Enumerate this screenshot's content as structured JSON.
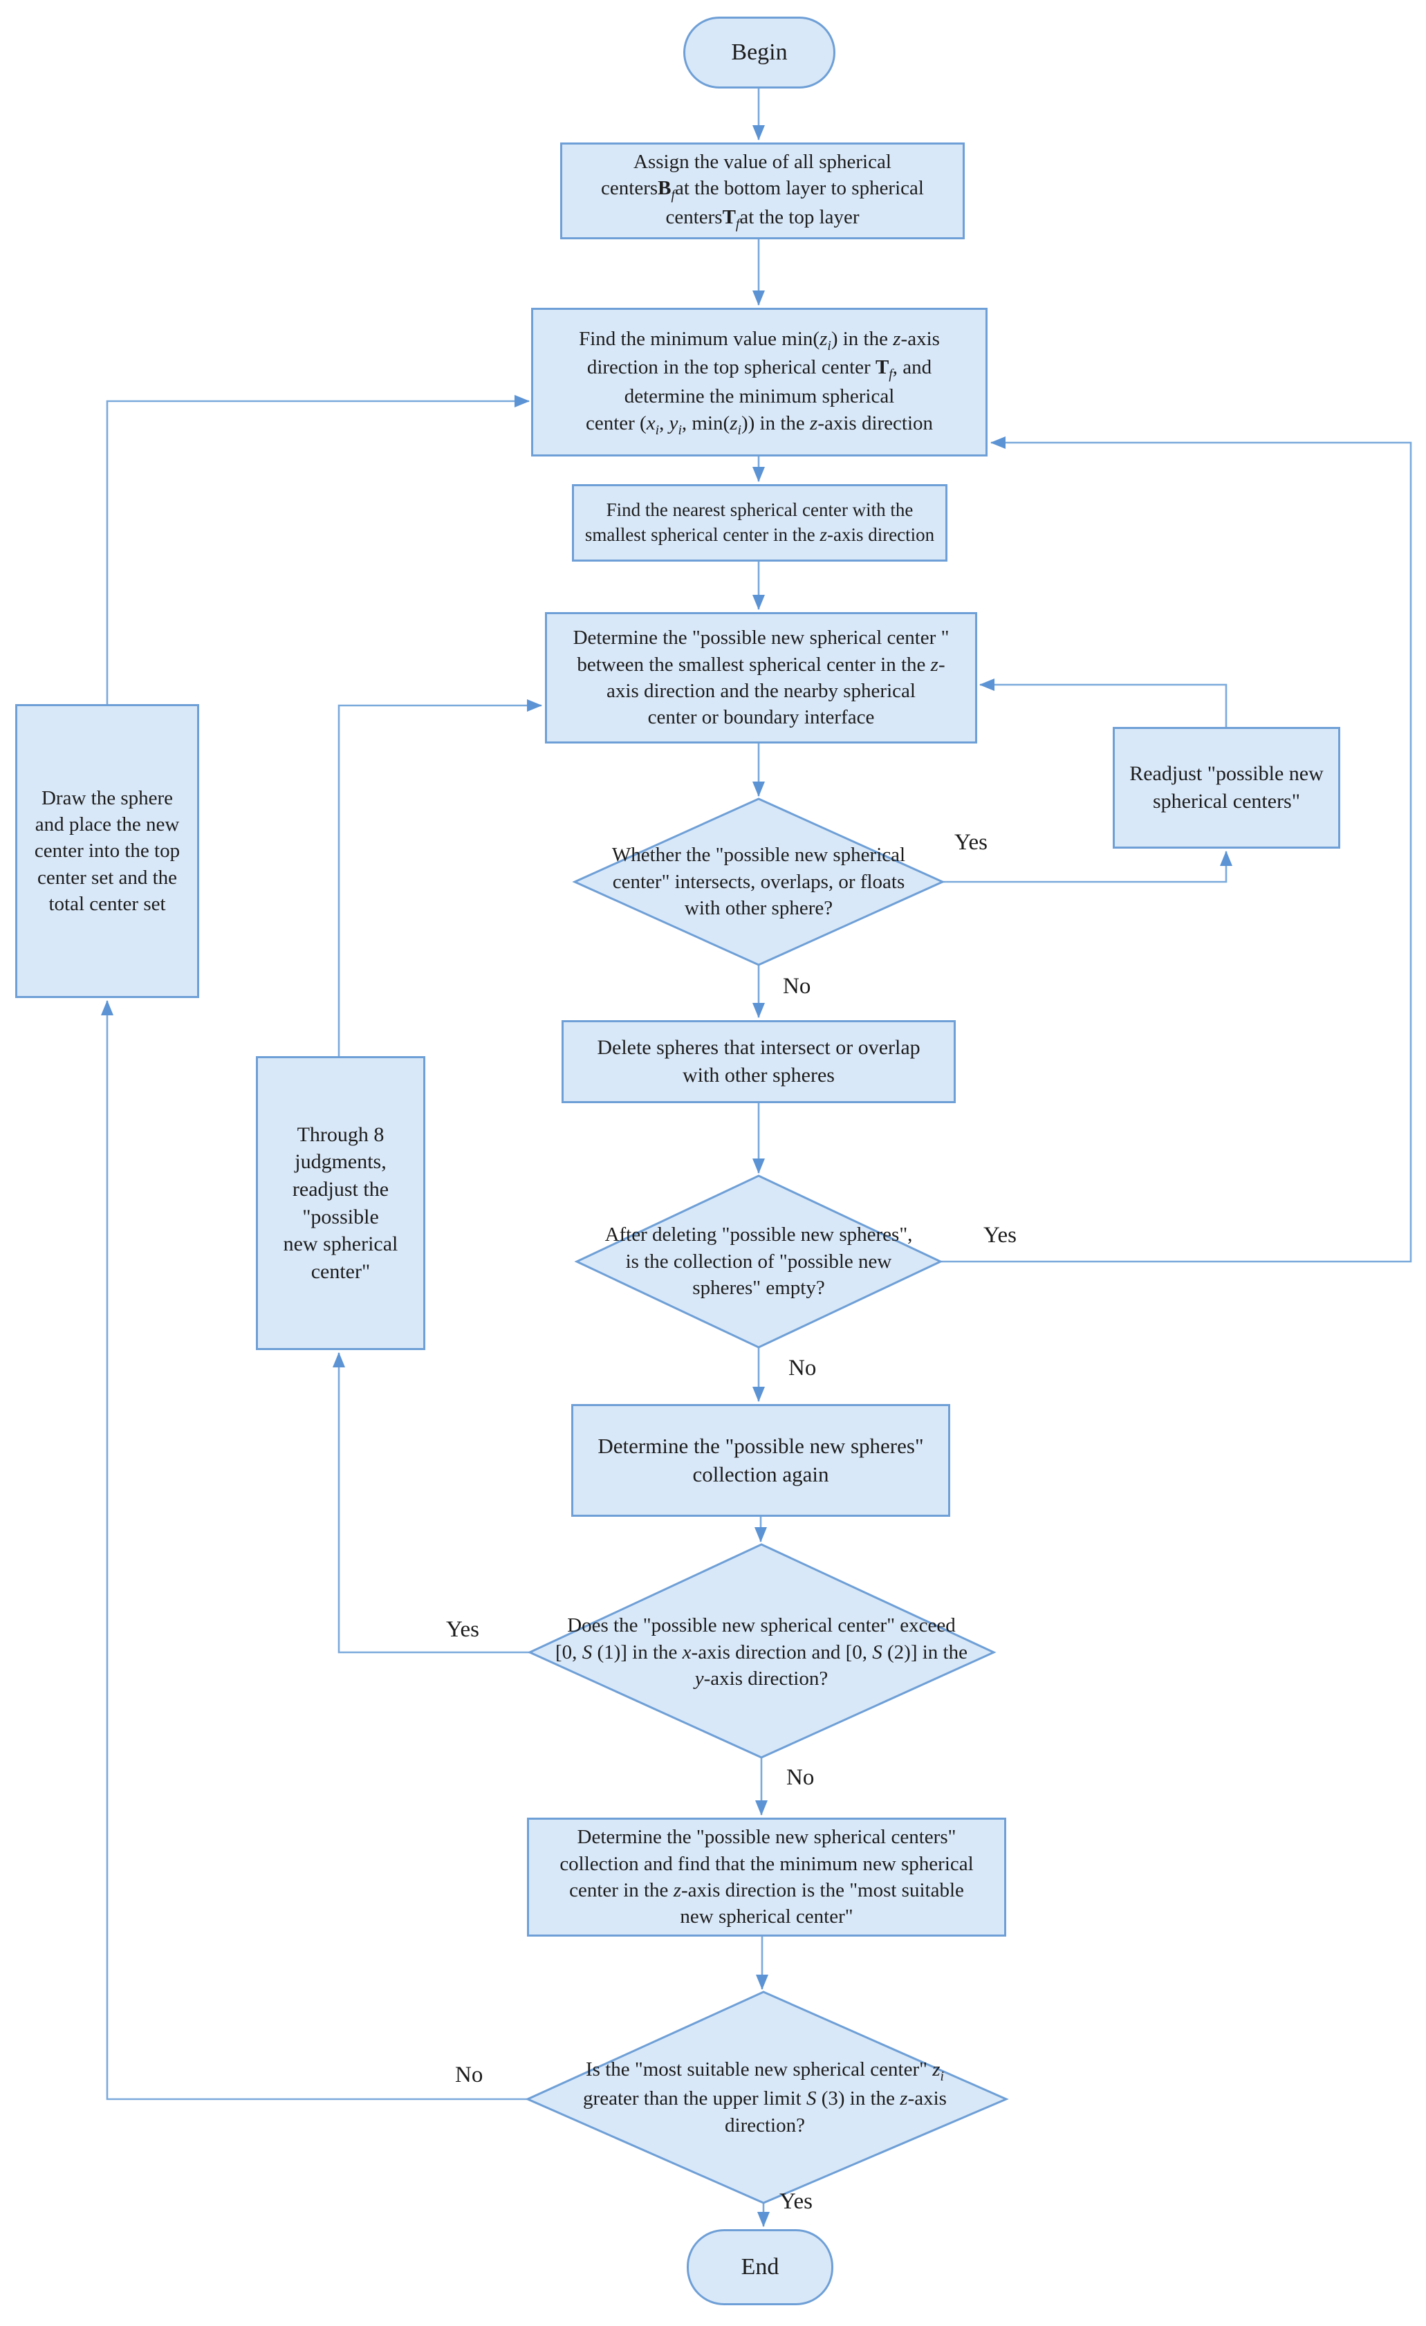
{
  "title": "Sphere packing algorithm flowchart",
  "colors": {
    "fill": "#d9e8f8",
    "stroke": "#6e9fd6",
    "line": "#7aa9dc",
    "arrow": "#5b93d4",
    "ink": "#1c1c1c"
  },
  "nodes": {
    "begin": {
      "label": "Begin"
    },
    "end": {
      "label": "End"
    },
    "assign": {
      "runs": [
        {
          "t": "Assign the value of all spherical\ncenters"
        },
        {
          "t": "B",
          "s": "b"
        },
        {
          "t": "f",
          "s": "i sub"
        },
        {
          "t": "at the bottom layer to spherical\ncenters"
        },
        {
          "t": "T",
          "s": "b"
        },
        {
          "t": "f",
          "s": "i sub"
        },
        {
          "t": "at the top layer"
        }
      ]
    },
    "find_min": {
      "runs": [
        {
          "t": "Find the minimum value min("
        },
        {
          "t": "z",
          "s": "i"
        },
        {
          "t": "i",
          "s": "i sub"
        },
        {
          "t": ") in the "
        },
        {
          "t": "z",
          "s": "i"
        },
        {
          "t": "-axis\ndirection in the top spherical center "
        },
        {
          "t": "T",
          "s": "b"
        },
        {
          "t": "f",
          "s": "i sub"
        },
        {
          "t": ", and\ndetermine the minimum spherical\ncenter ("
        },
        {
          "t": "x",
          "s": "i"
        },
        {
          "t": "i",
          "s": "i sub"
        },
        {
          "t": ", "
        },
        {
          "t": "y",
          "s": "i"
        },
        {
          "t": "i",
          "s": "i sub"
        },
        {
          "t": ", min("
        },
        {
          "t": "z",
          "s": "i"
        },
        {
          "t": "i",
          "s": "i sub"
        },
        {
          "t": "))   in the "
        },
        {
          "t": "z",
          "s": "i"
        },
        {
          "t": "-axis direction"
        }
      ]
    },
    "find_nearest": {
      "runs": [
        {
          "t": "Find the nearest spherical center with the\nsmallest spherical center in the "
        },
        {
          "t": "z",
          "s": "i"
        },
        {
          "t": "-axis direction"
        }
      ]
    },
    "determine_possible": {
      "runs": [
        {
          "t": "Determine the \"possible new spherical center \"\nbetween the smallest spherical center  in the "
        },
        {
          "t": "z",
          "s": "i"
        },
        {
          "t": "-\naxis direction and the nearby spherical\ncenter  or boundary interface"
        }
      ]
    },
    "readjust": {
      "label": "Readjust \"possible new\nspherical centers\""
    },
    "whether_intersect": {
      "label": "Whether the \"possible new spherical\ncenter\" intersects, overlaps, or floats\nwith other sphere?"
    },
    "delete_spheres": {
      "label": "Delete spheres that intersect or overlap\nwith other spheres"
    },
    "after_deleting": {
      "label": "After deleting \"possible new spheres\",\nis the collection of \"possible new\nspheres\" empty?"
    },
    "determine_again": {
      "label": "Determine the \"possible new spheres\"\ncollection again"
    },
    "exceed_bounds": {
      "runs": [
        {
          "t": "Does the \"possible new spherical center\" exceed\n[0, "
        },
        {
          "t": "S",
          "s": "i"
        },
        {
          "t": " (1)] in the "
        },
        {
          "t": "x",
          "s": "i"
        },
        {
          "t": "-axis direction and [0, "
        },
        {
          "t": "S",
          "s": "i"
        },
        {
          "t": " (2)] in the\n"
        },
        {
          "t": "y",
          "s": "i"
        },
        {
          "t": "-axis direction?"
        }
      ]
    },
    "most_suitable": {
      "runs": [
        {
          "t": "Determine the \"possible new spherical centers\"\ncollection and find that the minimum new spherical\ncenter in the "
        },
        {
          "t": "z",
          "s": "i"
        },
        {
          "t": "-axis direction is the \"most suitable\nnew spherical center\""
        }
      ]
    },
    "greater_limit": {
      "runs": [
        {
          "t": "Is the \"most suitable new spherical center\" "
        },
        {
          "t": "z",
          "s": "i"
        },
        {
          "t": "i",
          "s": "i sub"
        },
        {
          "t": "\ngreater than the upper limit "
        },
        {
          "t": "S",
          "s": "i"
        },
        {
          "t": " (3) in the "
        },
        {
          "t": "z",
          "s": "i"
        },
        {
          "t": "-axis\ndirection?"
        }
      ]
    },
    "draw_sphere": {
      "label": "Draw the sphere\nand place the new\ncenter into the top\ncenter set and the\ntotal center set"
    },
    "through8": {
      "label": "Through 8\njudgments,\nreadjust the\n\"possible\nnew spherical\ncenter\""
    }
  },
  "edge_labels": {
    "yes1": "Yes",
    "no1": "No",
    "yes2": "Yes",
    "no2": "No",
    "yes3": "Yes",
    "no3": "No",
    "no4": "No",
    "yes4": "Yes"
  }
}
